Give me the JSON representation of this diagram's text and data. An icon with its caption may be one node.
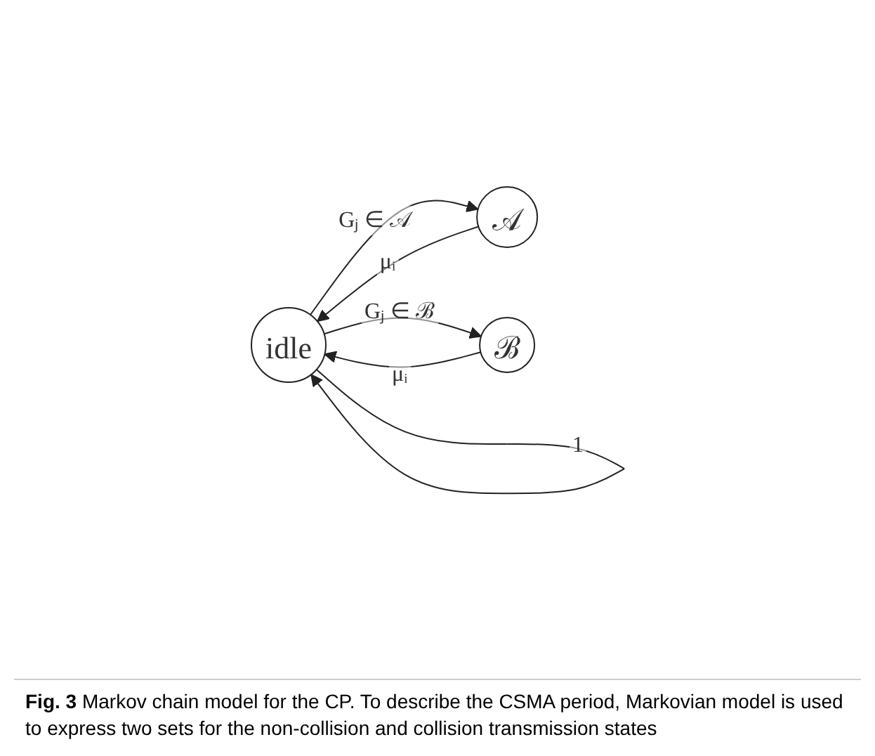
{
  "diagram": {
    "caption": "**Fig. 3** Markov chain model for the CP. To describe the CSMA period, Markovian model is used to express two sets for the non-collision and collision transmission states",
    "nodes": [
      {
        "text": [
          "idle"
        ]
      },
      {
        "text": [
          "𝒜"
        ]
      },
      {
        "text": [
          "ℬ"
        ]
      }
    ],
    "edges": [
      {
        "from": 0,
        "to": 0,
        "arrow": "to",
        "label": "1"
      },
      {
        "from": 0,
        "to": 1,
        "arrow": "to",
        "label": "Gⱼ ∈ 𝒜"
      },
      {
        "from": 1,
        "to": 0,
        "arrow": "to",
        "label": "μᵢ"
      },
      {
        "from": 0,
        "to": 2,
        "arrow": "to",
        "label": "Gⱼ ∈ ℬ"
      },
      {
        "from": 2,
        "to": 0,
        "arrow": "to",
        "label": "μᵢ"
      }
    ]
  }
}
